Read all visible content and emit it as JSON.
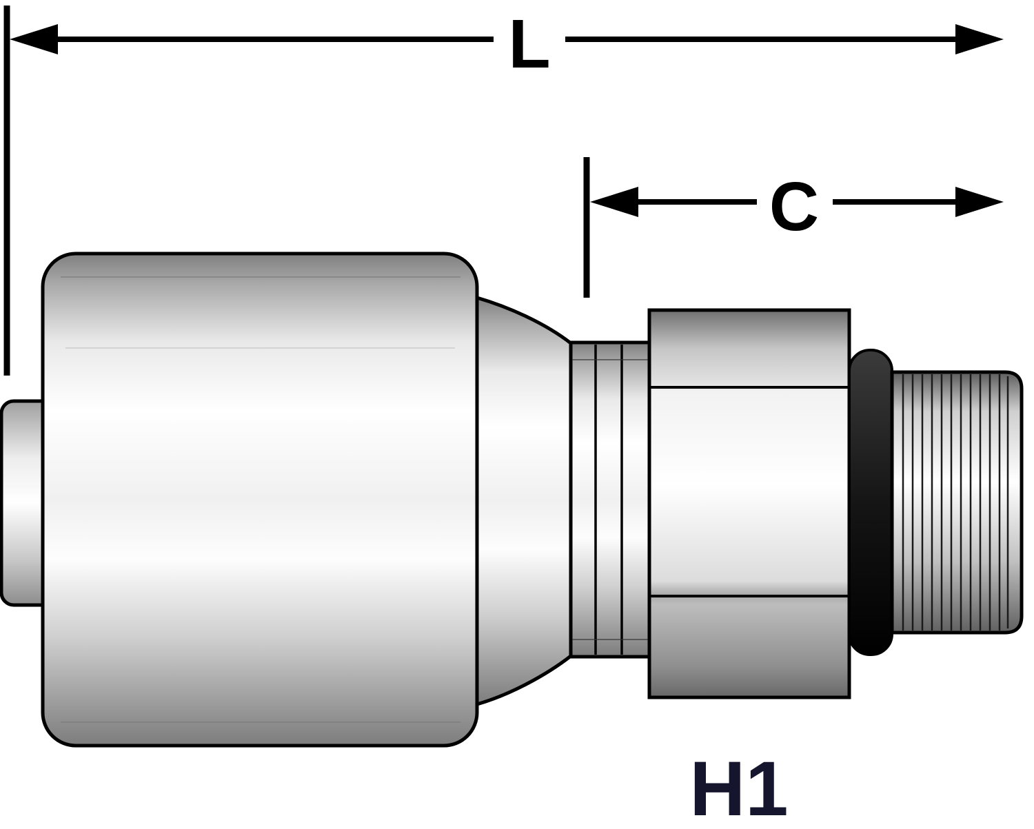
{
  "diagram": {
    "dimension_labels": {
      "overall_length": "L",
      "cutoff": "C"
    },
    "part_label": "H1",
    "colors": {
      "outline": "#000000",
      "dimension_line": "#000000",
      "part_label_color": "#15152d",
      "oring_color": "#1e1e1e",
      "metal_highlight": "#ffffff",
      "metal_shadow": "#7f7f7f"
    }
  }
}
